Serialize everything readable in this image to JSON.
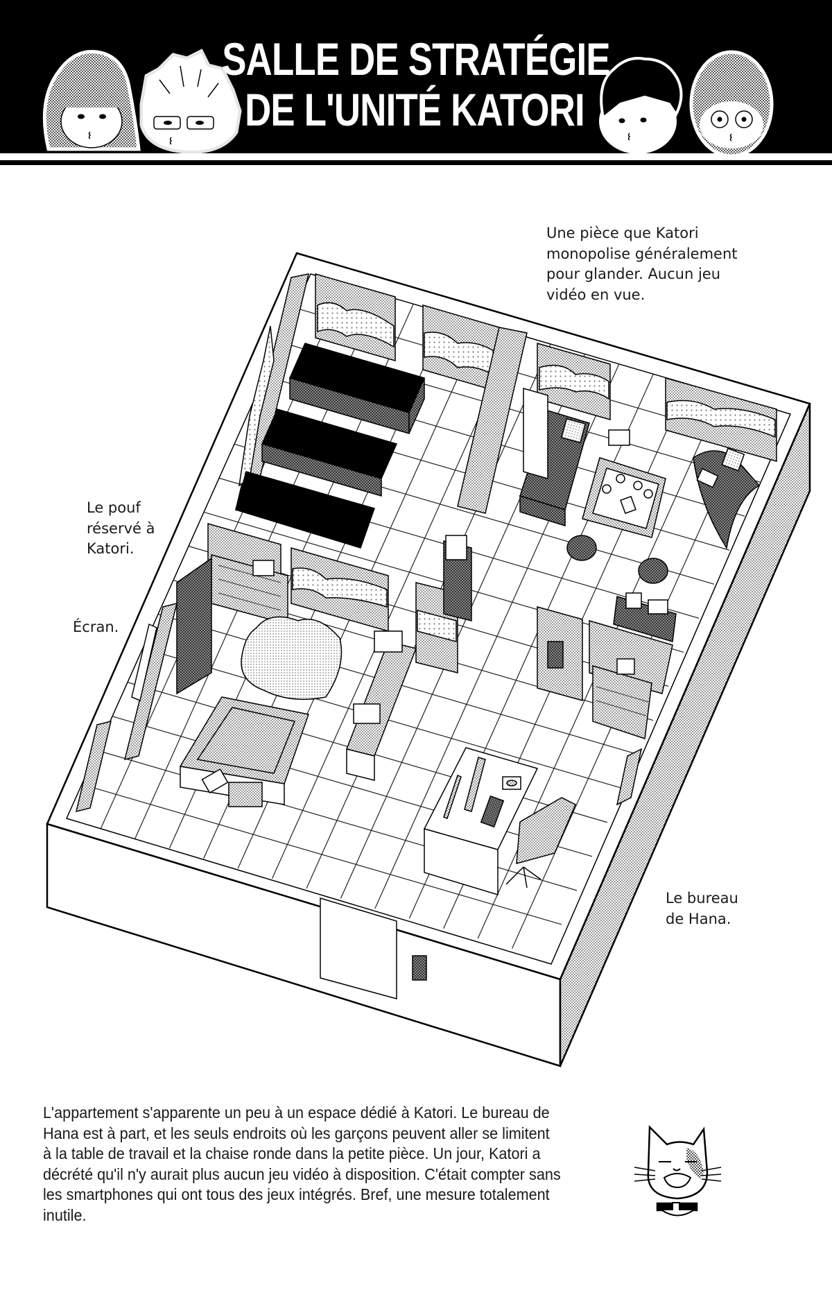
{
  "header": {
    "title_line1": "SALLE DE STRATÉGIE",
    "title_line2": "DE L'UNITÉ KATORI",
    "characters": [
      "girl-with-bangs",
      "spiky-hair-glasses",
      "curly-black-hair",
      "bob-hair-glasses"
    ]
  },
  "annotations": {
    "living_room": "Une pièce que Katori\nmonopolise généralement\npour glander. Aucun jeu\nvidéo en vue.",
    "pouf": "Le pouf\nréservé à\nKatori.",
    "screen": "Écran.",
    "hana_desk": "Le bureau\nde Hana."
  },
  "floor_plan": {
    "rooms": [
      "bedroom-with-black-beds",
      "living-room",
      "lounge-with-pouf",
      "hana-office",
      "entrance"
    ]
  },
  "caption": "L'appartement s'apparente un peu à un espace dédié à Katori. Le bureau de\nHana est à part, et les seuls endroits où les garçons peuvent aller se limitent\nà la table de travail et la chaise ronde dans la petite pièce. Un jour, Katori a\ndécrété qu'il n'y aurait plus aucun jeu vidéo à disposition. C'était compter sans\nles smartphones qui ont tous des jeux intégrés. Bref, une mesure totalement\ninutile.",
  "mascot": "cat-mascot"
}
